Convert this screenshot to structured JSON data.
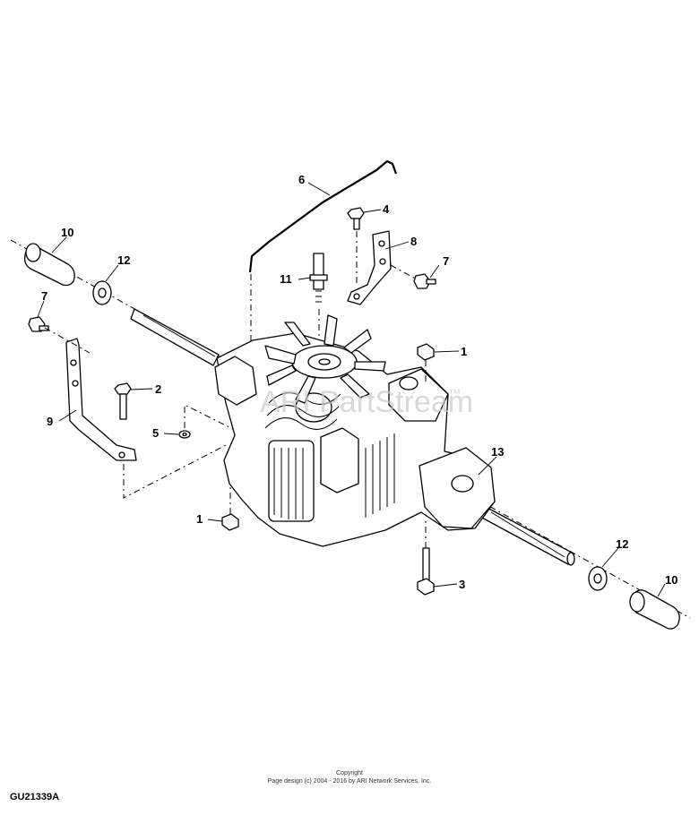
{
  "figure_id": "GU21339A",
  "watermark": "ARI PartStream",
  "watermark_tm": "™",
  "copyright_line1": "Copyright",
  "copyright_line2": "Page design (c) 2004 - 2016 by ARI Network Services, Inc.",
  "callouts": {
    "c1a": "1",
    "c1b": "1",
    "c2": "2",
    "c3": "3",
    "c4": "4",
    "c5": "5",
    "c6": "6",
    "c7a": "7",
    "c7b": "7",
    "c8": "8",
    "c9": "9",
    "c10a": "10",
    "c10b": "10",
    "c11": "11",
    "c12a": "12",
    "c12b": "12",
    "c13": "13"
  }
}
